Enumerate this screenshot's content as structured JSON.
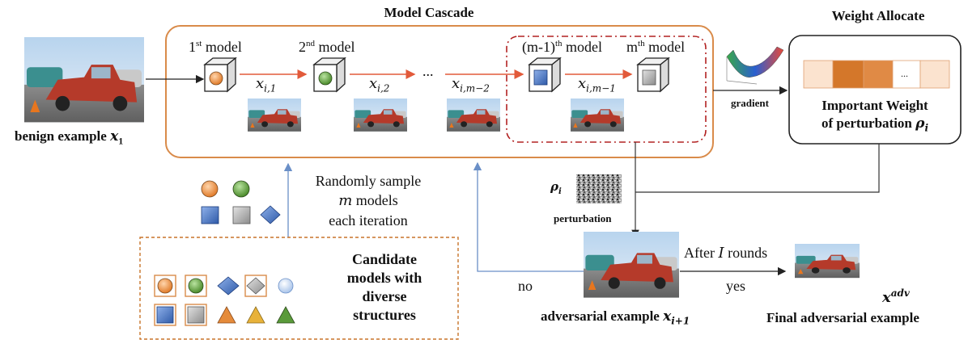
{
  "header": {
    "cascade_title": "Model Cascade",
    "weight_title": "Weight Allocate"
  },
  "cascade": {
    "model1": "1st model",
    "model1_sup": "st",
    "model1_base": "1",
    "model1_tail": " model",
    "model2_base": "2",
    "model2_sup": "nd",
    "model2_tail": " model",
    "modelm1_base": "(m-1)",
    "modelm1_sup": "th",
    "modelm1_tail": " model",
    "modelm_base": "m",
    "modelm_sup": "th",
    "modelm_tail": " model",
    "ellipsis": "...",
    "x1": "x",
    "x1_sub": "i,1",
    "x2": "x",
    "x2_sub": "i,2",
    "xm2": "x",
    "xm2_sub": "i,m−2",
    "xm1": "x",
    "xm1_sub": "i,m−1"
  },
  "benign": {
    "label": "benign example ",
    "var": "x",
    "sub": "1"
  },
  "weight": {
    "gradient": "gradient",
    "line1": "Important Weight",
    "line2": "of perturbation ",
    "rho": "ρ",
    "rho_sub": "i",
    "ellipsis": "..."
  },
  "sample": {
    "line1": "Randomly sample",
    "line2_var": "m",
    "line2_tail": " models",
    "line3": "each iteration"
  },
  "perturbation": {
    "rho": "ρ",
    "rho_sub": "i",
    "label": "perturbation"
  },
  "candidate": {
    "line1": "Candidate",
    "line2": "models with",
    "line3": "diverse",
    "line4": "structures"
  },
  "flow": {
    "no": "no",
    "yes": "yes",
    "after_rounds": "After ",
    "rounds_var": "I",
    "rounds_tail": " rounds"
  },
  "adversarial": {
    "label": "adversarial example ",
    "var": "x",
    "sub": "i+1"
  },
  "final": {
    "var": "x",
    "sup": "adv",
    "label": "Final adversarial example"
  },
  "colors": {
    "cascade_border": "#d98b4a",
    "orange_arrow": "#e25a3a",
    "blue_arrow": "#6a8fc7",
    "dashdot": "#b22222",
    "weight_fill": "#d97a30"
  }
}
